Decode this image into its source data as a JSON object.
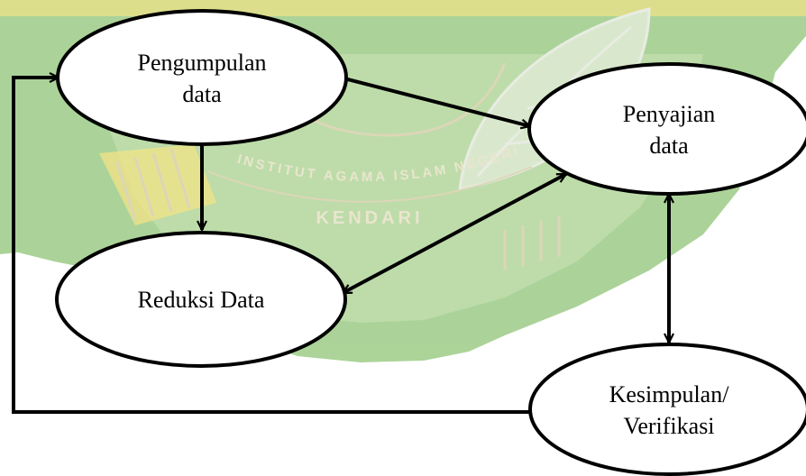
{
  "diagram": {
    "nodes": {
      "pengumpulan": {
        "line1": "Pengumpulan",
        "line2": "data"
      },
      "penyajian": {
        "line1": "Penyajian",
        "line2": "data"
      },
      "reduksi": {
        "line1": "Reduksi Data"
      },
      "kesimpulan": {
        "line1": "Kesimpulan/",
        "line2": "Verifikasi"
      }
    },
    "watermark": {
      "arc_text": "INSTITUT AGAMA ISLAM NEGERI",
      "city": "KENDARI"
    }
  },
  "colors": {
    "watermark_green": "#a3cf8e",
    "watermark_yellow": "#f1e07a",
    "watermark_stroke": "#d9d2b0",
    "line": "#000000",
    "node_fill": "#ffffff"
  }
}
